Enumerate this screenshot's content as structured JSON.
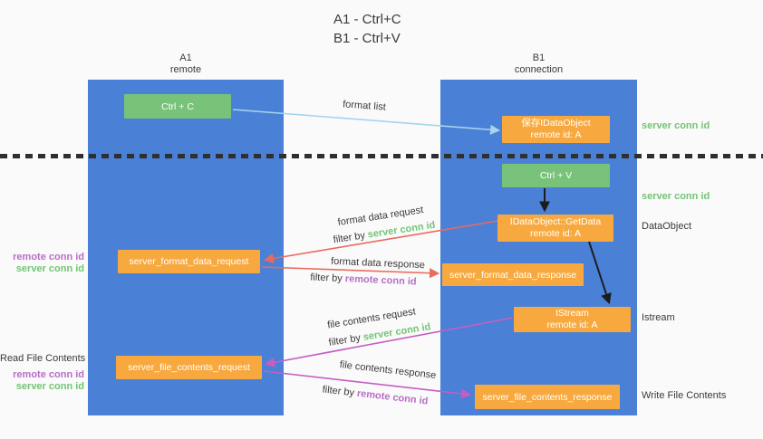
{
  "title": {
    "line1": "A1 - Ctrl+C",
    "line2": "B1 - Ctrl+V"
  },
  "columns": {
    "a1": {
      "id": "A1",
      "role": "remote"
    },
    "b1": {
      "id": "B1",
      "role": "connection"
    }
  },
  "nodes": {
    "ctrl_c": "Ctrl + C",
    "ctrl_v": "Ctrl + V",
    "save_idataobject": {
      "line1": "保存IDataObject",
      "line2": "remote id: A"
    },
    "getdata": {
      "line1": "IDataObject::GetData",
      "line2": "remote id: A"
    },
    "istream": {
      "line1": "IStream",
      "line2": "remote id: A"
    },
    "server_format_data_request": "server_format_data_request",
    "server_format_data_response": "server_format_data_response",
    "server_file_contents_request": "server_file_contents_request",
    "server_file_contents_response": "server_file_contents_response"
  },
  "arrow_labels": {
    "format_list": "format list",
    "format_data_request": "format data request",
    "format_data_response": "format data response",
    "file_contents_request": "file contents request",
    "file_contents_response": "file contents response",
    "filter_by": "filter by ",
    "server_conn_id": "server conn id",
    "remote_conn_id": "remote conn id"
  },
  "side_labels": {
    "right_server_conn_id_top": "server conn id",
    "right_server_conn_id_mid": "server conn id",
    "right_dataobject": "DataObject",
    "right_istream": "Istream",
    "right_write_file_contents": "Write File Contents",
    "left_remote_conn_id_top": "remote conn id",
    "left_server_conn_id_top": "server conn id",
    "left_read_file_contents": "Read File Contents",
    "left_remote_conn_id_bottom": "remote conn id",
    "left_server_conn_id_bottom": "server conn id"
  },
  "colors": {
    "background": "#fafafa",
    "column_blue": "#4a80d5",
    "box_green": "#79c279",
    "box_orange": "#f7a93f",
    "arrow_lightblue": "#a6d3f0",
    "arrow_red": "#e96a5f",
    "arrow_magenta": "#c45ec4",
    "arrow_black": "#1c1c1c",
    "text_green": "#72c474",
    "text_purple": "#b76ec7",
    "text_dark": "#3a3a3a",
    "dash_color": "#2f2f2f"
  }
}
